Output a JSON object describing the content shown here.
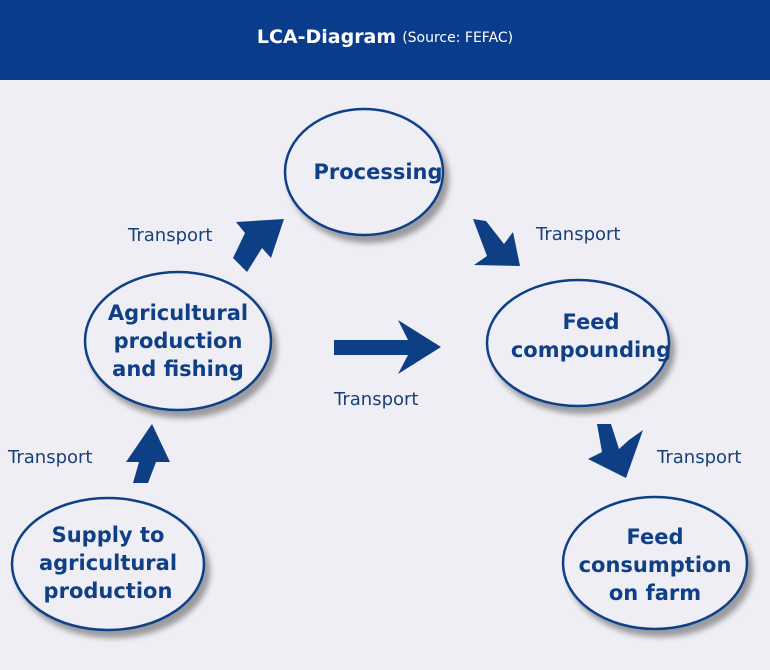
{
  "header": {
    "title": "LCA-Diagram",
    "source": "(Source: FEFAC)"
  },
  "colors": {
    "header_bg": "#0a3c8c",
    "background": "#eeeef4",
    "node_stroke": "#0f3f86",
    "arrow": "#0e3f85"
  },
  "nodes": [
    {
      "id": "processing",
      "label": "Processing"
    },
    {
      "id": "agricultural",
      "label": "Agricultural\nproduction\nand fishing"
    },
    {
      "id": "feed-compounding",
      "label": "Feed\ncompounding"
    },
    {
      "id": "supply",
      "label": "Supply to\nagricultural\nproduction"
    },
    {
      "id": "feed-consumption",
      "label": "Feed\nconsumption\non farm"
    }
  ],
  "edges": [
    {
      "from": "supply",
      "to": "agricultural",
      "label": "Transport"
    },
    {
      "from": "agricultural",
      "to": "processing",
      "label": "Transport"
    },
    {
      "from": "processing",
      "to": "feed-compounding",
      "label": "Transport"
    },
    {
      "from": "agricultural",
      "to": "feed-compounding",
      "label": "Transport"
    },
    {
      "from": "feed-compounding",
      "to": "feed-consumption",
      "label": "Transport"
    }
  ]
}
